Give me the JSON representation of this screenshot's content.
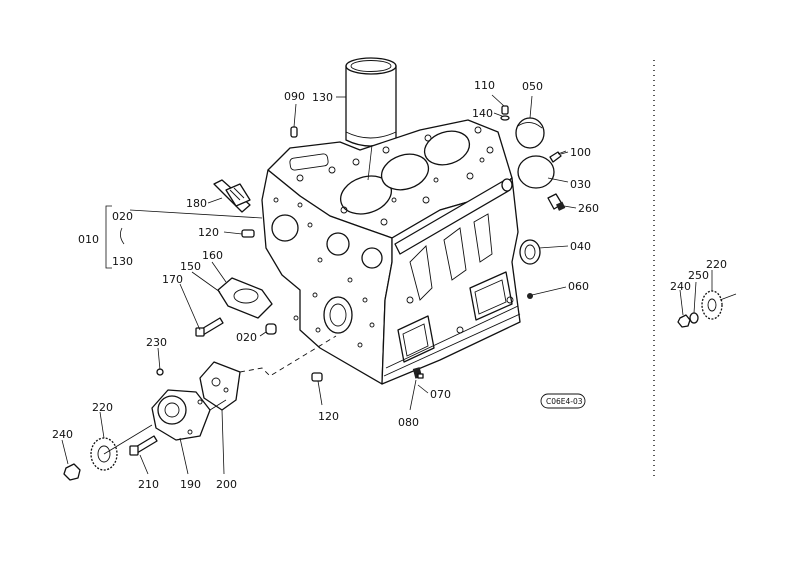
{
  "labels": {
    "p090": "090",
    "p130": "130",
    "p110": "110",
    "p050": "050",
    "p140": "140",
    "p100": "100",
    "p030": "030",
    "p260": "260",
    "p180": "180",
    "p020a": "020",
    "p010": "010",
    "p130b": "130",
    "p120a": "120",
    "p040": "040",
    "p160": "160",
    "p150": "150",
    "p170": "170",
    "p060": "060",
    "p020b": "020",
    "p230": "230",
    "p120b": "120",
    "p070": "070",
    "p080": "080",
    "p220": "220",
    "p240": "240",
    "p210": "210",
    "p190": "190",
    "p200": "200",
    "p220b": "220",
    "p250": "250",
    "p240b": "240"
  },
  "drawing_code": "C06E4-03"
}
